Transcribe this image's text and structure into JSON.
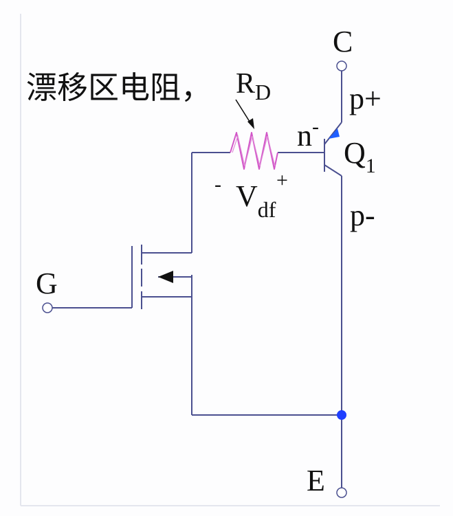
{
  "title": "漂移区电阻，",
  "resistor": {
    "symbol": "R",
    "subscript": "D"
  },
  "voltage": {
    "symbol": "V",
    "subscript": "df",
    "minus": "-",
    "plus": "+"
  },
  "terminals": {
    "collector": "C",
    "gate": "G",
    "emitter": "E"
  },
  "regions": {
    "p_plus": "p+",
    "n_minus": "n",
    "n_minus_sup": "-",
    "p_minus": "p-"
  },
  "transistor": {
    "symbol": "Q",
    "subscript": "1"
  },
  "colors": {
    "wire": "#4a4f8f",
    "resistor": "#d256c8",
    "junction": "#1f3fff",
    "arrow_blue": "#1f5fff",
    "text": "#111111"
  }
}
